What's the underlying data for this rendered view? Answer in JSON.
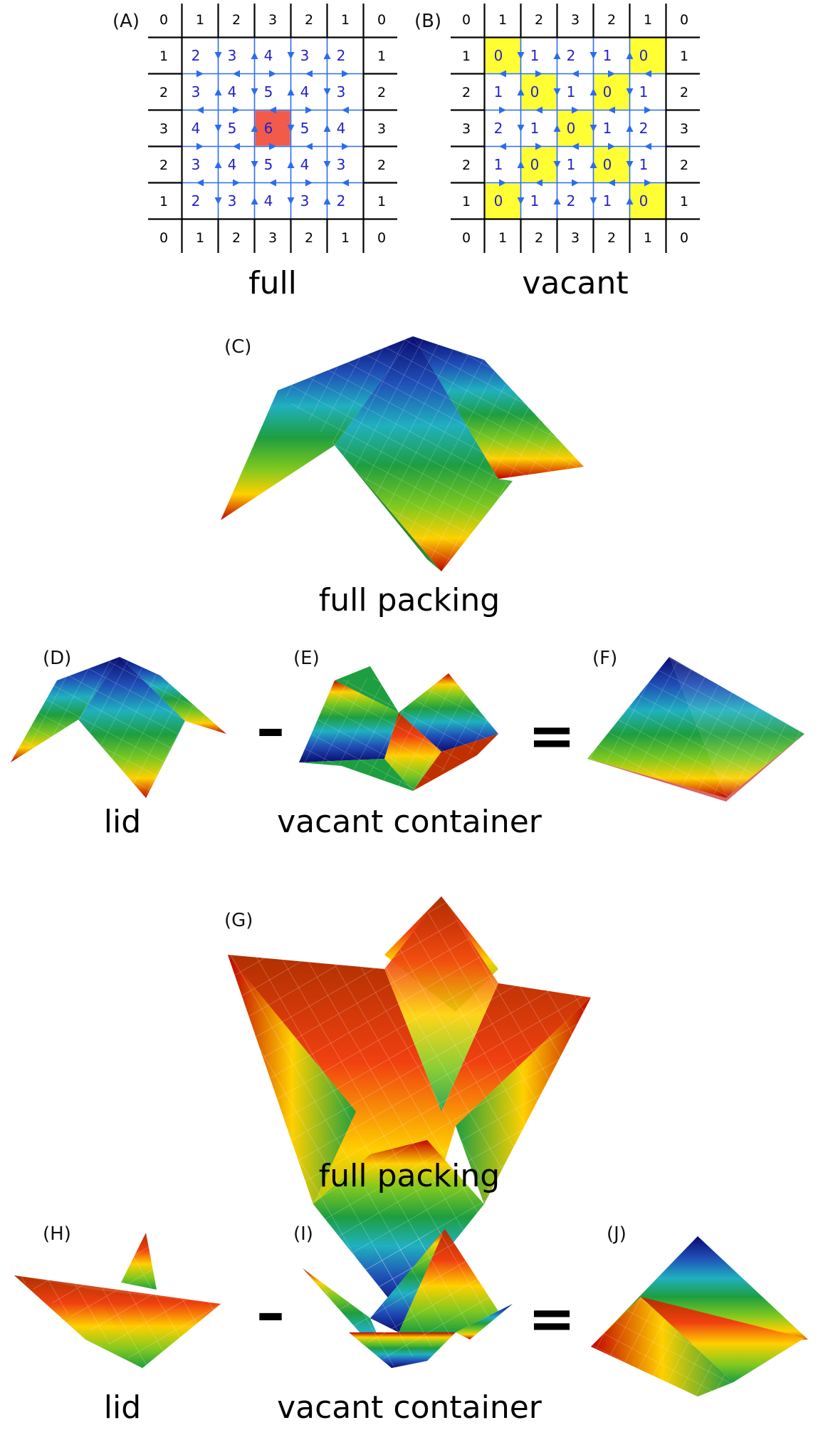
{
  "panels": {
    "A": {
      "label": "(A)",
      "caption": "full"
    },
    "B": {
      "label": "(B)",
      "caption": "vacant"
    },
    "C": {
      "label": "(C)",
      "caption": "full packing"
    },
    "D": {
      "label": "(D)",
      "caption": "lid"
    },
    "E": {
      "label": "(E)",
      "caption": "vacant container"
    },
    "F": {
      "label": "(F)"
    },
    "G": {
      "label": "(G)",
      "caption": "full packing"
    },
    "H": {
      "label": "(H)",
      "caption": "lid"
    },
    "I": {
      "label": "(I)",
      "caption": "vacant container"
    },
    "J": {
      "label": "(J)"
    }
  },
  "operators": {
    "minus": "–",
    "equals": "="
  },
  "grids": {
    "A": {
      "values": [
        [
          0,
          1,
          2,
          3,
          2,
          1,
          0
        ],
        [
          1,
          2,
          3,
          4,
          3,
          2,
          1
        ],
        [
          2,
          3,
          4,
          5,
          4,
          3,
          2
        ],
        [
          3,
          4,
          5,
          6,
          5,
          4,
          3
        ],
        [
          2,
          3,
          4,
          5,
          4,
          3,
          2
        ],
        [
          1,
          2,
          3,
          4,
          3,
          2,
          1
        ],
        [
          0,
          1,
          2,
          3,
          2,
          1,
          0
        ]
      ],
      "highlight_color": "#f25a4a",
      "highlight_cells": [
        [
          3,
          3
        ]
      ]
    },
    "B": {
      "values": [
        [
          0,
          1,
          2,
          3,
          2,
          1,
          0
        ],
        [
          1,
          0,
          1,
          2,
          1,
          0,
          1
        ],
        [
          2,
          1,
          0,
          1,
          0,
          1,
          2
        ],
        [
          3,
          2,
          1,
          0,
          1,
          2,
          3
        ],
        [
          2,
          1,
          0,
          1,
          0,
          1,
          2
        ],
        [
          1,
          0,
          1,
          2,
          1,
          0,
          1
        ],
        [
          0,
          1,
          2,
          3,
          2,
          1,
          0
        ]
      ],
      "highlight_color": "#ffff33",
      "highlight_cells": [
        [
          1,
          1
        ],
        [
          1,
          5
        ],
        [
          2,
          2
        ],
        [
          2,
          4
        ],
        [
          3,
          3
        ],
        [
          4,
          2
        ],
        [
          4,
          4
        ],
        [
          5,
          1
        ],
        [
          5,
          5
        ]
      ]
    },
    "colors": {
      "boundary": "#000000",
      "interior": "#2b6cf0",
      "inner_number": "#2222cc"
    }
  },
  "surface_colors": [
    "#b00000",
    "#f03010",
    "#ffd000",
    "#7ec820",
    "#1e9e40",
    "#20b0c0",
    "#2040b0",
    "#0a0a70"
  ]
}
